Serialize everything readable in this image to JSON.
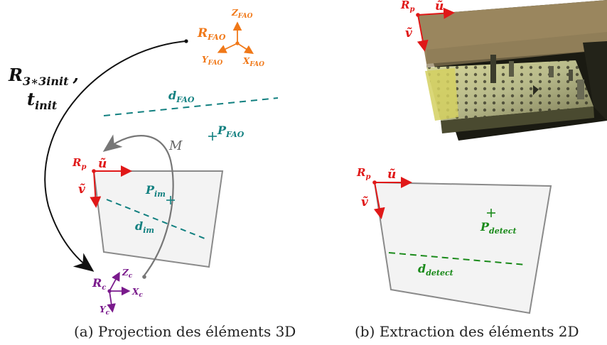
{
  "left_panel": {
    "transform_label_line1": "R",
    "transform_label_line1_sub": "3∗3init",
    "transform_label_comma": ",",
    "transform_label_line2": "t",
    "transform_label_line2_sub": "init",
    "fao_frame": {
      "label": "R",
      "label_sub": "FAO",
      "z": "Z",
      "z_sub": "FAO",
      "y": "Y",
      "y_sub": "FAO",
      "x": "X",
      "x_sub": "FAO"
    },
    "d_fao": "d",
    "d_fao_sub": "FAO",
    "p_fao": "P",
    "p_fao_sub": "FAO",
    "m_label": "M",
    "image_frame": {
      "label": "R",
      "label_sub": "p",
      "u": "ũ",
      "v": "ṽ"
    },
    "p_im": "P",
    "p_im_sub": "im",
    "d_im": "d",
    "d_im_sub": "im",
    "camera_frame": {
      "label": "R",
      "label_sub": "c",
      "z": "Z",
      "z_sub": "c",
      "x": "X",
      "x_sub": "c",
      "y": "Y",
      "y_sub": "c"
    },
    "caption": "(a) Projection des éléments 3D"
  },
  "right_panel": {
    "photo_frame": {
      "label": "R",
      "label_sub": "p",
      "u": "ũ",
      "v": "ṽ"
    },
    "image_frame": {
      "label": "R",
      "label_sub": "p",
      "u": "ũ",
      "v": "ṽ"
    },
    "p_detect": "P",
    "p_detect_sub": "detect",
    "d_detect": "d",
    "d_detect_sub": "detect",
    "caption": "(b) Extraction des éléments 2D"
  },
  "colors": {
    "orange": "#f07818",
    "teal": "#128080",
    "red": "#e01818",
    "purple": "#7a1a8c",
    "green": "#1a8a1a",
    "gray": "#777777",
    "plane_fill": "#f3f3f3"
  }
}
